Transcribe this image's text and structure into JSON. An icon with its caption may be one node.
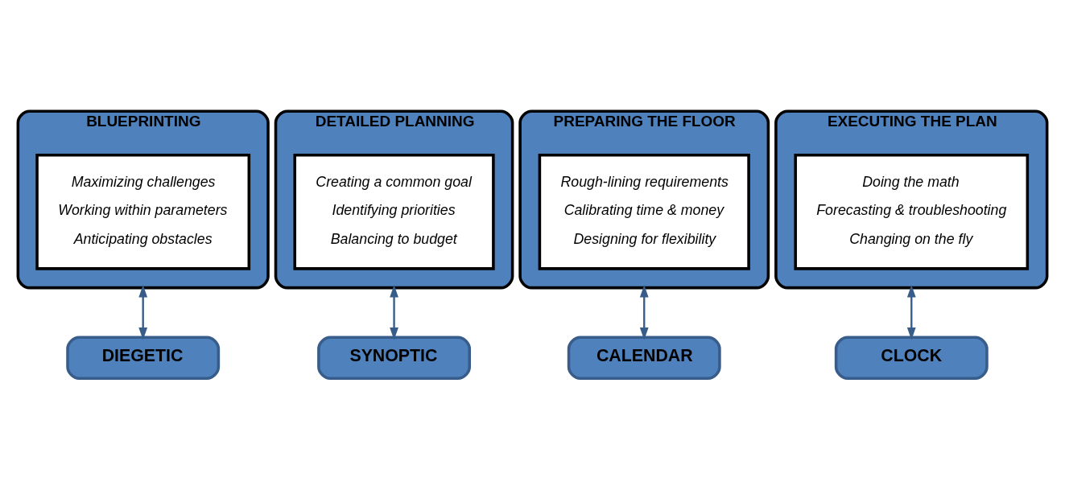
{
  "diagram": {
    "nodes": [
      {
        "text": [
          "BLUEPRINTING"
        ]
      },
      {
        "text": [
          "Maximizing challenges",
          "Working within parameters",
          "Anticipating obstacles"
        ],
        "in": 0
      },
      {
        "text": [
          "DETAILED PLANNING"
        ]
      },
      {
        "text": [
          "Creating a common goal",
          "Identifying priorities",
          "Balancing to budget"
        ],
        "in": 2
      },
      {
        "text": [
          "PREPARING THE FLOOR"
        ]
      },
      {
        "text": [
          "Rough-lining requirements",
          "Calibrating time & money",
          "Designing for flexibility"
        ],
        "in": 4
      },
      {
        "text": [
          "EXECUTING THE PLAN"
        ]
      },
      {
        "text": [
          "Doing the math",
          "Forecasting & troubleshooting",
          "Changing on the fly"
        ],
        "in": 6
      },
      {
        "text": [
          "DIEGETIC"
        ]
      },
      {
        "text": [
          "SYNOPTIC"
        ]
      },
      {
        "text": [
          "CALENDAR"
        ]
      },
      {
        "text": [
          "CLOCK"
        ]
      }
    ],
    "edges": [
      {
        "from": 0,
        "to": 8,
        "arrow": "both"
      },
      {
        "from": 2,
        "to": 9,
        "arrow": "both"
      },
      {
        "from": 4,
        "to": 10,
        "arrow": "both"
      },
      {
        "from": 6,
        "to": 11,
        "arrow": "both"
      }
    ]
  }
}
